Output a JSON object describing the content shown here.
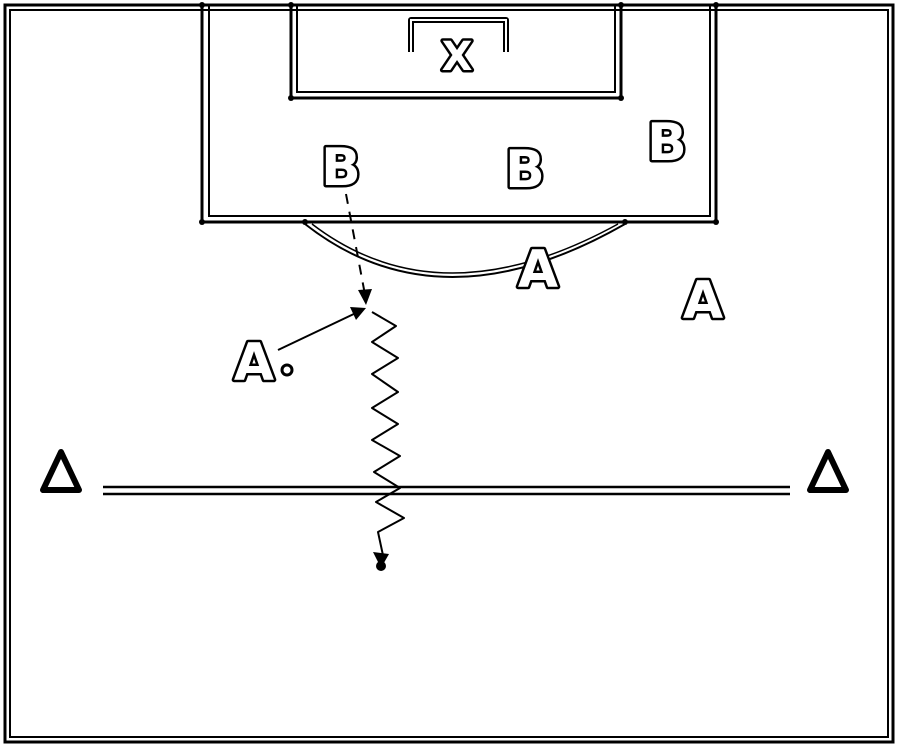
{
  "diagram": {
    "goalkeeper_label": "X",
    "labels": {
      "defender_1": "B",
      "defender_2": "B",
      "defender_3": "B",
      "attacker_arc": "A",
      "attacker_right": "A",
      "attacker_ball": "A"
    },
    "colors": {
      "lines": "#000000",
      "background": "#ffffff",
      "label_fill": "#ffffff",
      "label_outline": "#000000"
    }
  }
}
